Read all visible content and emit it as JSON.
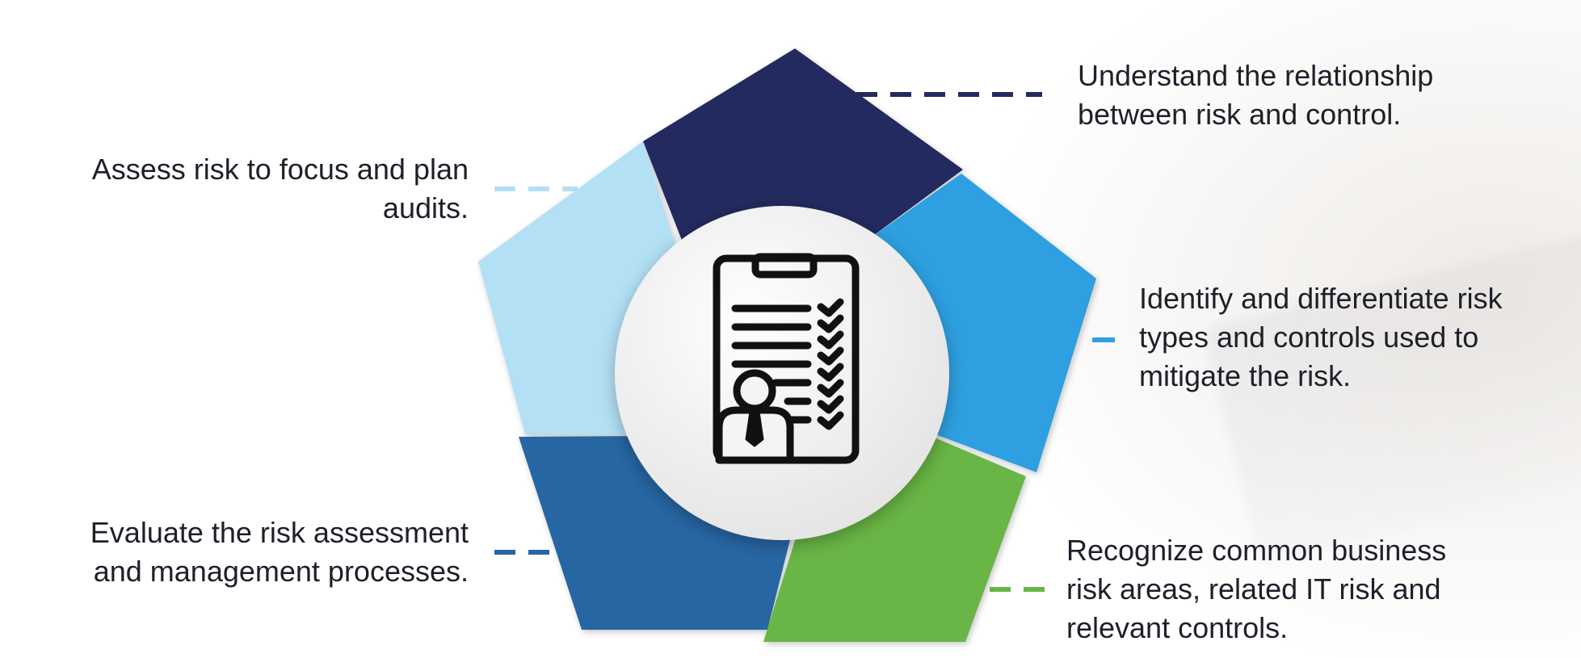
{
  "colors": {
    "navy": "#242a5e",
    "sky_blue": "#2e9fe0",
    "green": "#69b545",
    "steel_blue": "#2566a3",
    "light_blue": "#b3e0f5",
    "text": "#1f1f2a",
    "center_circle": "#f2f2f2",
    "icon": "#111111"
  },
  "center_icon": "clipboard-checklist-person-icon",
  "objectives": [
    {
      "text": "Understand the relationship\nbetween risk and control.",
      "color": "navy"
    },
    {
      "text": "Identify and differentiate risk\ntypes and controls used to\nmitigate the risk.",
      "color": "sky_blue"
    },
    {
      "text": "Recognize common business\nrisk areas, related IT risk and\nrelevant controls.",
      "color": "green"
    },
    {
      "text": "Evaluate the risk assessment\nand management processes.",
      "color": "steel_blue"
    },
    {
      "text": "Assess risk to focus and plan\naudits.",
      "color": "light_blue"
    }
  ]
}
